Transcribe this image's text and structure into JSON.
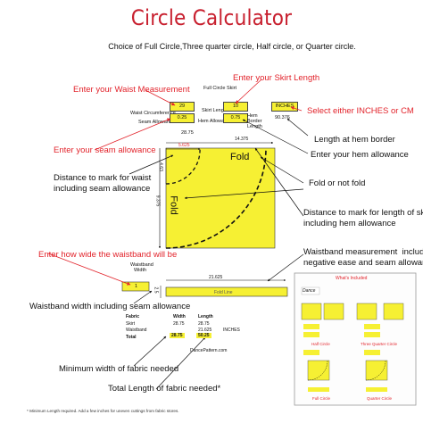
{
  "title": "Circle Calculator",
  "subtitle": "Choice of Full Circle,Three quarter circle, Half circle, or Quarter circle.",
  "calc": {
    "header": "Full Circle Skirt",
    "waist_circ_label": "Waist Circumference",
    "waist_circ_value": "29",
    "seam_allow_label": "Seam Allowance",
    "seam_allow_value": "0.25",
    "skirt_length_label": "Skirt Length",
    "skirt_length_value": "10",
    "hem_allow_label": "Hem Allowance",
    "hem_allow_value": "0.75",
    "units_value": "INCHES",
    "hem_border_label": "Hem Border Length",
    "hem_border_value": "90.376",
    "below_value": "28.75"
  },
  "diagram": {
    "dim_top": "14.375",
    "dim_small": "5.625",
    "dim_side_small": "4.63",
    "dim_side": "9.375",
    "fold_h": "Fold",
    "fold_v": "Fold"
  },
  "waistband": {
    "header": "Waistband Width",
    "value": "1",
    "length": "21.625",
    "fold_line_label": "Fold Line",
    "height": "2.5"
  },
  "fabric_table": {
    "headers": [
      "Fabric",
      "Width",
      "Length"
    ],
    "rows": [
      [
        "Skirt",
        "28.75",
        "28.75"
      ],
      [
        "Waistband",
        "",
        "21.625"
      ]
    ],
    "total_label": "Total",
    "total_width": "28.75",
    "total_length": "50.25",
    "units": "INCHES",
    "site": "DancePattern.com"
  },
  "annotations": {
    "waist_measurement": "Enter your Waist Measurement",
    "skirt_length": "Enter your Skirt Length",
    "units": "Select either INCHES or CM",
    "seam_allowance": "Enter your seam allowance",
    "hem_border": "Length at hem border",
    "hem_allowance": "Enter your hem allowance",
    "distance_waist": "Distance to mark for waist\nincluding seam allowance",
    "fold": "Fold or not fold",
    "distance_length": "Distance to mark for length of skirt\nincluding hem allowance",
    "waistband_width": "Enter how wide the waistband will be",
    "waistband_measurement": "Waistband measurement  including\nnegative ease and seam allowance",
    "waistband_including": "Waistband width including seam allowance",
    "min_width": "Minimum width of fabric needed",
    "total_length": "Total Length of fabric needed*"
  },
  "footnote": "* Minimum Length required.  Add a few inches for uneven cuttings from fabric stores.",
  "thumbnail": {
    "heading": "What's Included",
    "logo": "Dance",
    "labels": [
      "Half Circle",
      "Three Quarter Circle",
      "Full Circle",
      "Quarter Circle"
    ]
  },
  "colors": {
    "accent_red": "#e2232b",
    "title_red": "#c8202f",
    "fabric_yellow": "#f6f033"
  }
}
